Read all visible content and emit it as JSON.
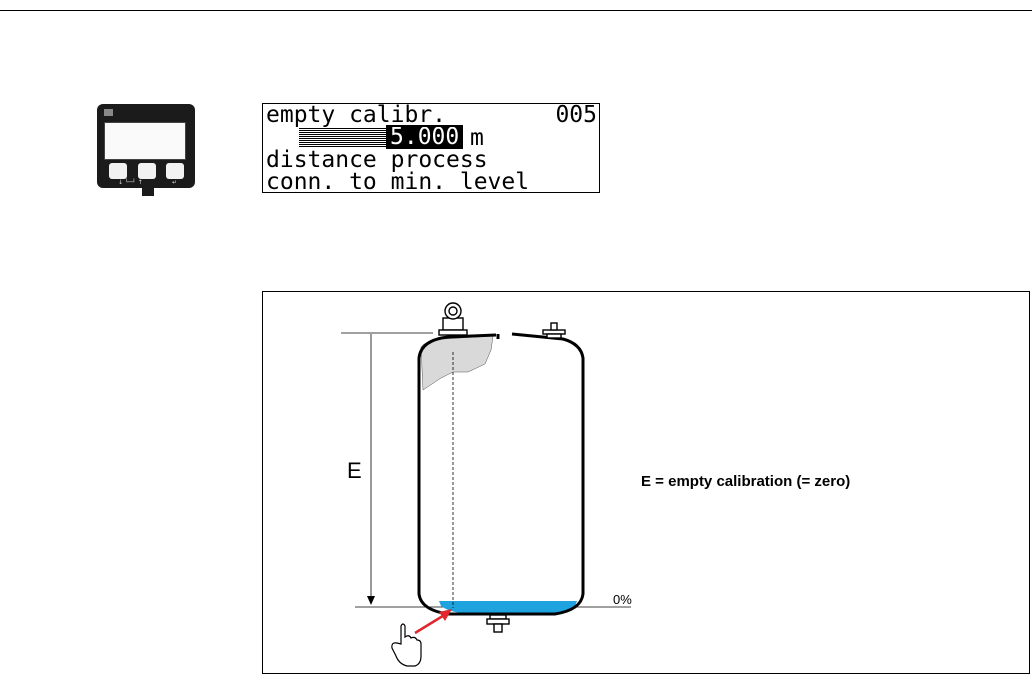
{
  "lcd": {
    "title": "empty calibr.",
    "code": "005",
    "value": "5.000",
    "unit": "m",
    "line3": "distance process",
    "line4": "conn. to min. level"
  },
  "diagram": {
    "e_label": "E",
    "legend": "E = empty calibration  (= zero)",
    "zero_label": "0%"
  },
  "colors": {
    "liquid": "#1fa3df",
    "arrow": "#e3262d",
    "tank_fill": "#d9d9d9"
  }
}
